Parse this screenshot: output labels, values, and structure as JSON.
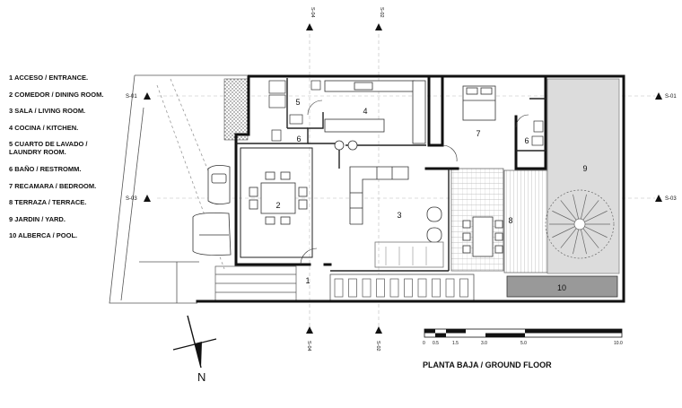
{
  "legend": [
    {
      "text": "1  ACCESO / ENTRANCE."
    },
    {
      "text": "2  COMEDOR / DINING ROOM."
    },
    {
      "text": "3  SALA / LIVING ROOM."
    },
    {
      "text": "4  COCINA / KITCHEN."
    },
    {
      "text": "5  CUARTO DE LAVADO /\n    LAUNDRY ROOM."
    },
    {
      "text": "6  BAÑO / RESTROMM."
    },
    {
      "text": "7  RECAMARA / BEDROOM."
    },
    {
      "text": "8  TERRAZA / TERRACE."
    },
    {
      "text": "9  JARDIN / YARD."
    },
    {
      "text": "10  ALBERCA / POOL."
    }
  ],
  "plan": {
    "title": "PLANTA BAJA / GROUND FLOOR",
    "north_label": "N",
    "section_labels": {
      "s01": "S-01",
      "s02": "S-02",
      "s03": "S-03",
      "s04": "S-04"
    },
    "room_numbers": {
      "entrance": "1",
      "dining": "2",
      "living": "3",
      "kitchen": "4",
      "laundry": "5",
      "bath_left": "6",
      "bath_right": "6",
      "bedroom": "7",
      "terrace": "8",
      "yard": "9",
      "pool": "10"
    },
    "scale_ticks": [
      "0",
      "0.5",
      "1.5",
      "3.0",
      "5.0",
      "10.0"
    ]
  }
}
